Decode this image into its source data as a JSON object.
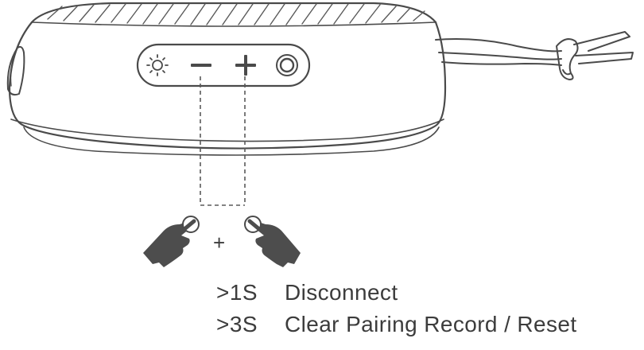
{
  "buttons": [
    {
      "name": "light-button",
      "icon": "sun-light-icon"
    },
    {
      "name": "volume-down-button",
      "icon": "minus-icon"
    },
    {
      "name": "volume-up-button",
      "icon": "plus-icon"
    },
    {
      "name": "power-button",
      "icon": "power-ring-icon"
    }
  ],
  "combination_symbol": "+",
  "instructions": [
    {
      "duration": ">1S",
      "action": "Disconnect"
    },
    {
      "duration": ">3S",
      "action": "Clear Pairing Record / Reset"
    }
  ],
  "colors": {
    "line": "#4a4a4a",
    "hand": "#4d4d4d",
    "background": "#ffffff"
  }
}
